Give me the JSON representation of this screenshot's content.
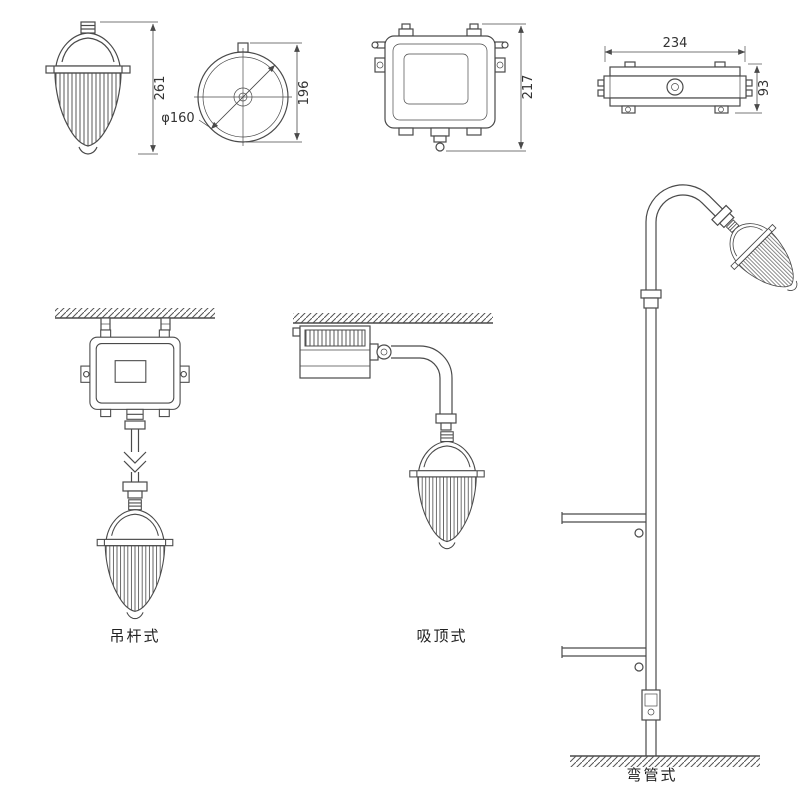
{
  "drawing": {
    "views": {
      "side_view": {
        "height_dim": "261"
      },
      "top_view": {
        "height_dim": "196",
        "diameter_dim": "φ160"
      },
      "front_view": {
        "height_dim": "217"
      },
      "profile_view": {
        "width_dim": "234",
        "height_dim": "93"
      }
    },
    "mount_types": {
      "pendant": {
        "label": "吊杆式"
      },
      "ceiling": {
        "label": "吸顶式"
      },
      "bent_pipe": {
        "label": "弯管式"
      }
    },
    "colors": {
      "line": "#4a4a4a",
      "text": "#333333",
      "background": "#ffffff"
    }
  }
}
